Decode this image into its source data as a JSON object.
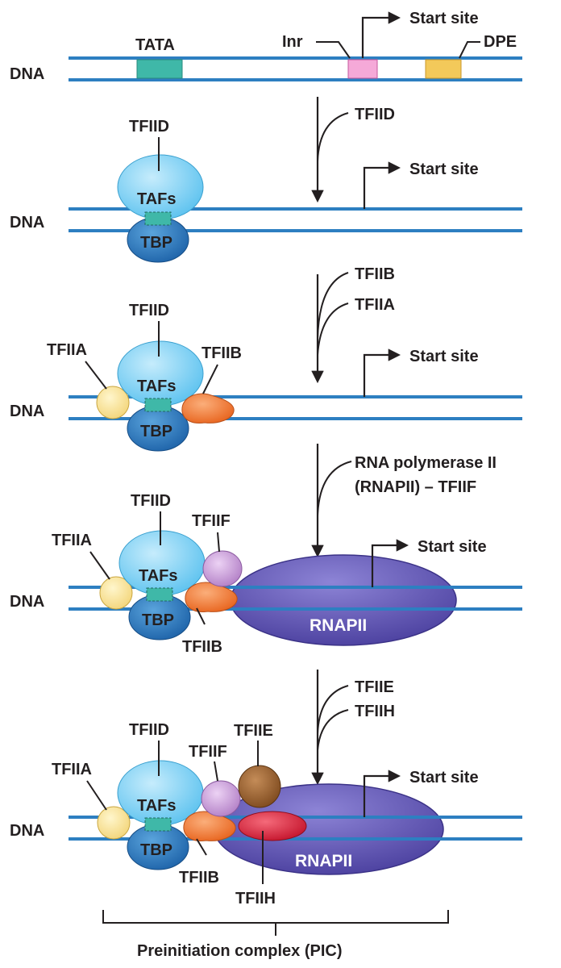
{
  "labels": {
    "dna": "DNA",
    "tata": "TATA",
    "inr": "Inr",
    "dpe": "DPE",
    "start_site": "Start site",
    "tfiid": "TFIID",
    "tafs": "TAFs",
    "tbp": "TBP",
    "tfiia": "TFIIA",
    "tfiib": "TFIIB",
    "tfiif": "TFIIF",
    "tfiie": "TFIIE",
    "tfiih": "TFIIH",
    "rnapii": "RNAPII",
    "rnapii_line1": "RNA polymerase II",
    "rnapii_line2": "(RNAPII) – TFIIF",
    "pic": "Preinitiation complex (PIC)"
  },
  "colors": {
    "dna": "#2d7fc1",
    "tata": "#3fb8a8",
    "inr": "#f5a9d8",
    "dpe": "#f3c95a",
    "tfiid_tafs": "#7fd0f4",
    "tbp": "#2f7fc6",
    "tfiia": "#fbe6a0",
    "tfiib": "#f57f3c",
    "tfiif": "#c79ad6",
    "tfiie": "#9a6230",
    "tfiih": "#d9253c",
    "rnapii": "#6a5fb8"
  }
}
